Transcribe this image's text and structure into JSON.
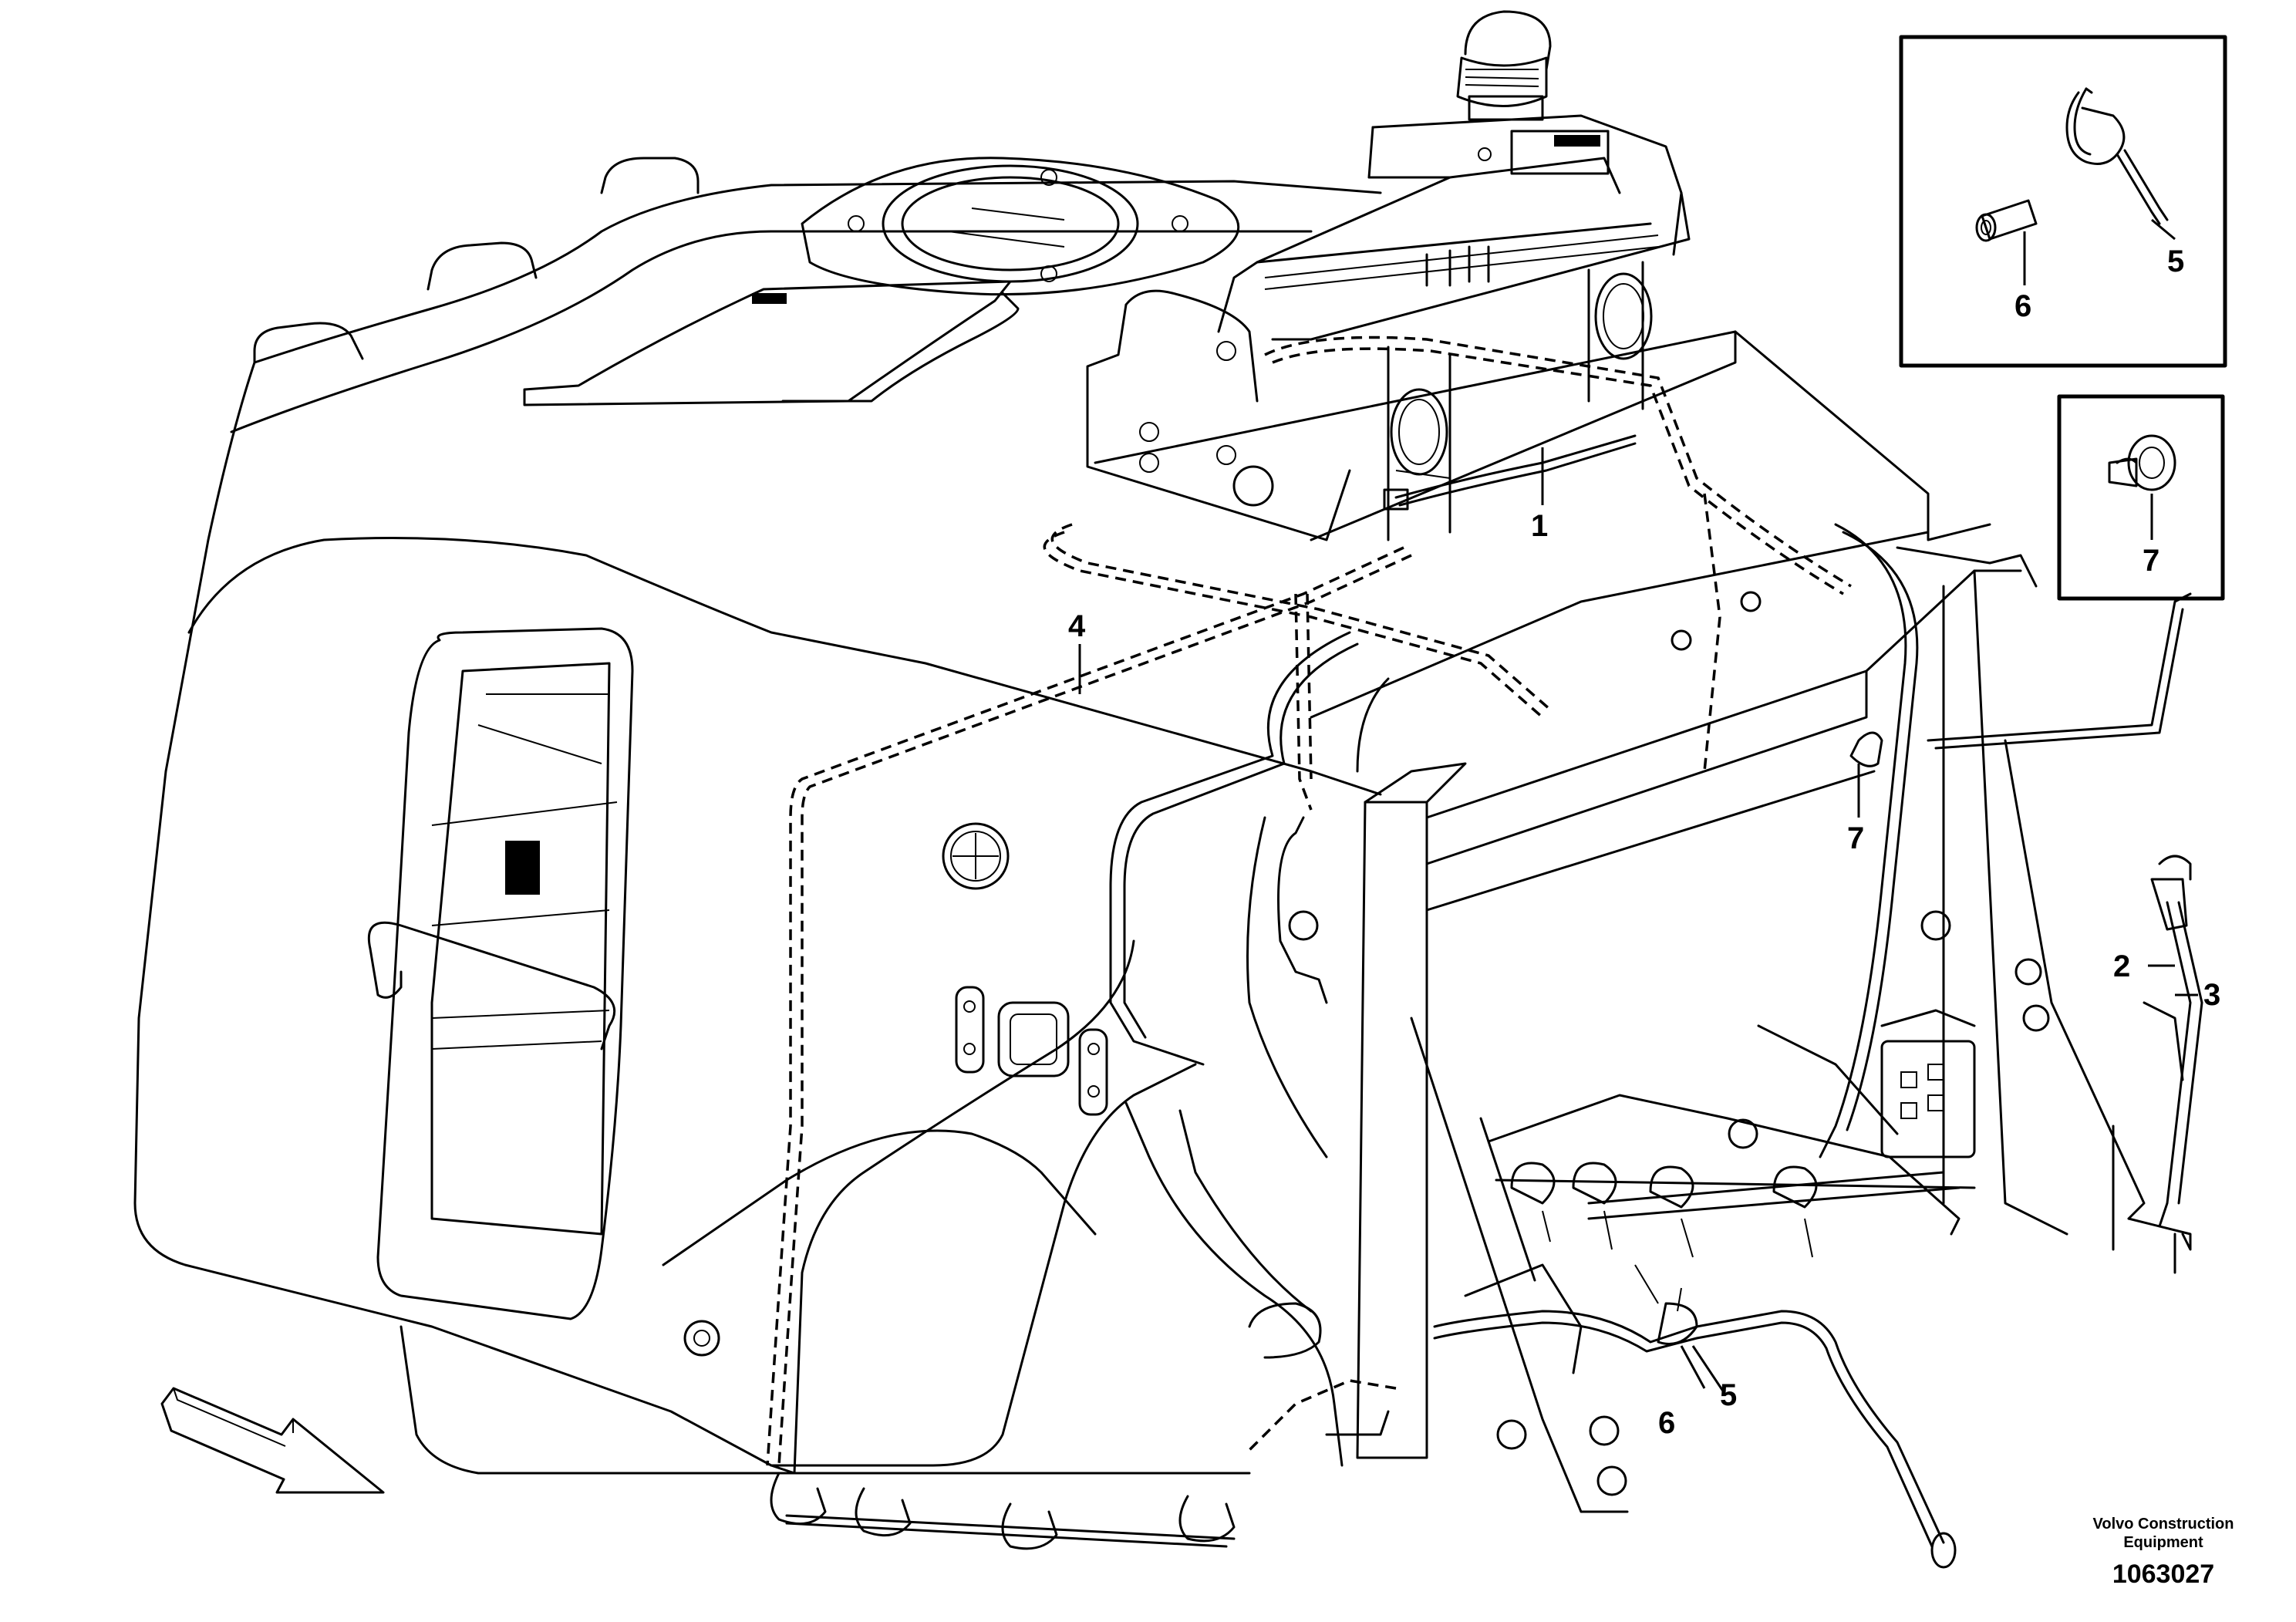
{
  "callouts": {
    "c1": "1",
    "c2": "2",
    "c3": "3",
    "c4": "4",
    "c5_main": "5",
    "c6_main": "6",
    "c7_main": "7",
    "inset_a_5": "5",
    "inset_a_6": "6",
    "inset_b_7": "7"
  },
  "credit": {
    "line1": "Volvo Construction",
    "line2": "Equipment"
  },
  "document_number": "1063027",
  "icons": [
    "front-direction-arrow-icon",
    "roof-vent-icon",
    "beacon-lamp-icon",
    "cable-tie-icon",
    "sleeve-icon",
    "grommet-clip-icon"
  ]
}
